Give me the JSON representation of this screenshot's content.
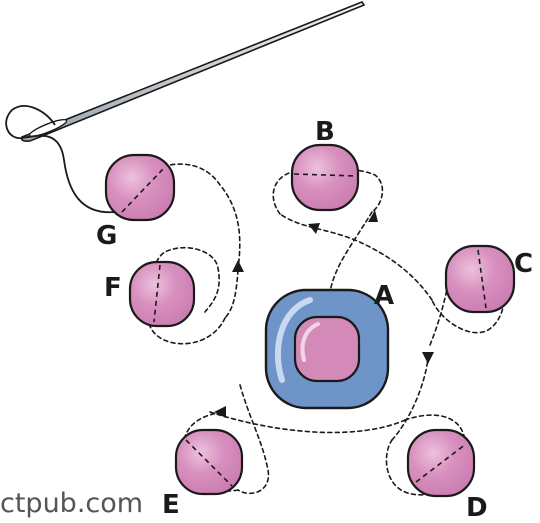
{
  "colors": {
    "bead_fill": "#d48ab8",
    "bead_highlight": "#f2d4e6",
    "center_ring": "#6e94c8",
    "center_ring_highlight": "#c8daf0",
    "needle": "#cfd3d8",
    "thread": "#1a1a1a"
  },
  "labels": {
    "a": "A",
    "b": "B",
    "c": "C",
    "d": "D",
    "e": "E",
    "f": "F",
    "g": "G"
  },
  "watermark": "ctpub.com"
}
